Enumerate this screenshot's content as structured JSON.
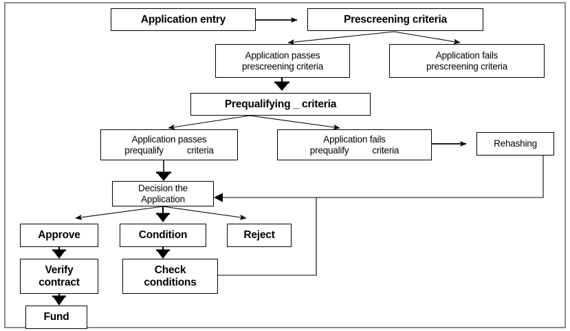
{
  "diagram": {
    "title": "Loan application processing flowchart",
    "border_color": "#8a8a8a",
    "line_color": "#000000",
    "background": "#ffffff"
  },
  "nodes": [
    {
      "id": "application-entry",
      "text": "Application entry",
      "line1": "Application entry",
      "line2": ""
    },
    {
      "id": "prescreening-criteria",
      "text": "Prescreening criteria",
      "line1": "Prescreening criteria",
      "line2": ""
    },
    {
      "id": "application-passes-prescreening",
      "text": "Application passes prescreening criteria",
      "line1": "Application passes",
      "line2": "prescreening criteria"
    },
    {
      "id": "application-fails-prescreening",
      "text": "Application fails prescreening criteria",
      "line1": "Application fails",
      "line2": "prescreening criteria"
    },
    {
      "id": "prequalifying-criteria",
      "text": "Prequalifying _ criteria",
      "line1": "Prequalifying _ criteria",
      "line2": ""
    },
    {
      "id": "application-passes-prequalify",
      "text": "Application passes prequalify criteria",
      "line1": "Application passes",
      "line2a": "prequalify",
      "line2b": "criteria"
    },
    {
      "id": "application-fails-prequalify",
      "text": "Application fails prequalify criteria",
      "line1": "Application fails",
      "line2a": "prequalify",
      "line2b": "criteria"
    },
    {
      "id": "rehashing",
      "text": "Rehashing",
      "line1": "Rehashing",
      "line2": ""
    },
    {
      "id": "decision-the-application",
      "text": "Decision the Application",
      "line1": "Decision the",
      "line2": "Application"
    },
    {
      "id": "approve",
      "text": "Approve",
      "line1": "Approve",
      "line2": ""
    },
    {
      "id": "condition",
      "text": "Condition",
      "line1": "Condition",
      "line2": ""
    },
    {
      "id": "reject",
      "text": "Reject",
      "line1": "Reject",
      "line2": ""
    },
    {
      "id": "verify-contract",
      "text": "Verify contract",
      "line1": "Verify",
      "line2": "contract"
    },
    {
      "id": "check-conditions",
      "text": "Check conditions",
      "line1": "Check",
      "line2": "conditions"
    },
    {
      "id": "fund",
      "text": "Fund",
      "line1": "Fund",
      "line2": ""
    }
  ],
  "edges": [
    {
      "from": "application-entry",
      "to": "prescreening-criteria"
    },
    {
      "from": "prescreening-criteria",
      "to": "application-passes-prescreening"
    },
    {
      "from": "prescreening-criteria",
      "to": "application-fails-prescreening"
    },
    {
      "from": "application-passes-prescreening",
      "to": "prequalifying-criteria"
    },
    {
      "from": "prequalifying-criteria",
      "to": "application-passes-prequalify"
    },
    {
      "from": "prequalifying-criteria",
      "to": "application-fails-prequalify"
    },
    {
      "from": "application-fails-prequalify",
      "to": "rehashing"
    },
    {
      "from": "application-passes-prequalify",
      "to": "decision-the-application"
    },
    {
      "from": "rehashing",
      "to": "decision-the-application"
    },
    {
      "from": "check-conditions",
      "to": "decision-the-application"
    },
    {
      "from": "decision-the-application",
      "to": "approve"
    },
    {
      "from": "decision-the-application",
      "to": "condition"
    },
    {
      "from": "decision-the-application",
      "to": "reject"
    },
    {
      "from": "approve",
      "to": "verify-contract"
    },
    {
      "from": "condition",
      "to": "check-conditions"
    },
    {
      "from": "verify-contract",
      "to": "fund"
    }
  ]
}
